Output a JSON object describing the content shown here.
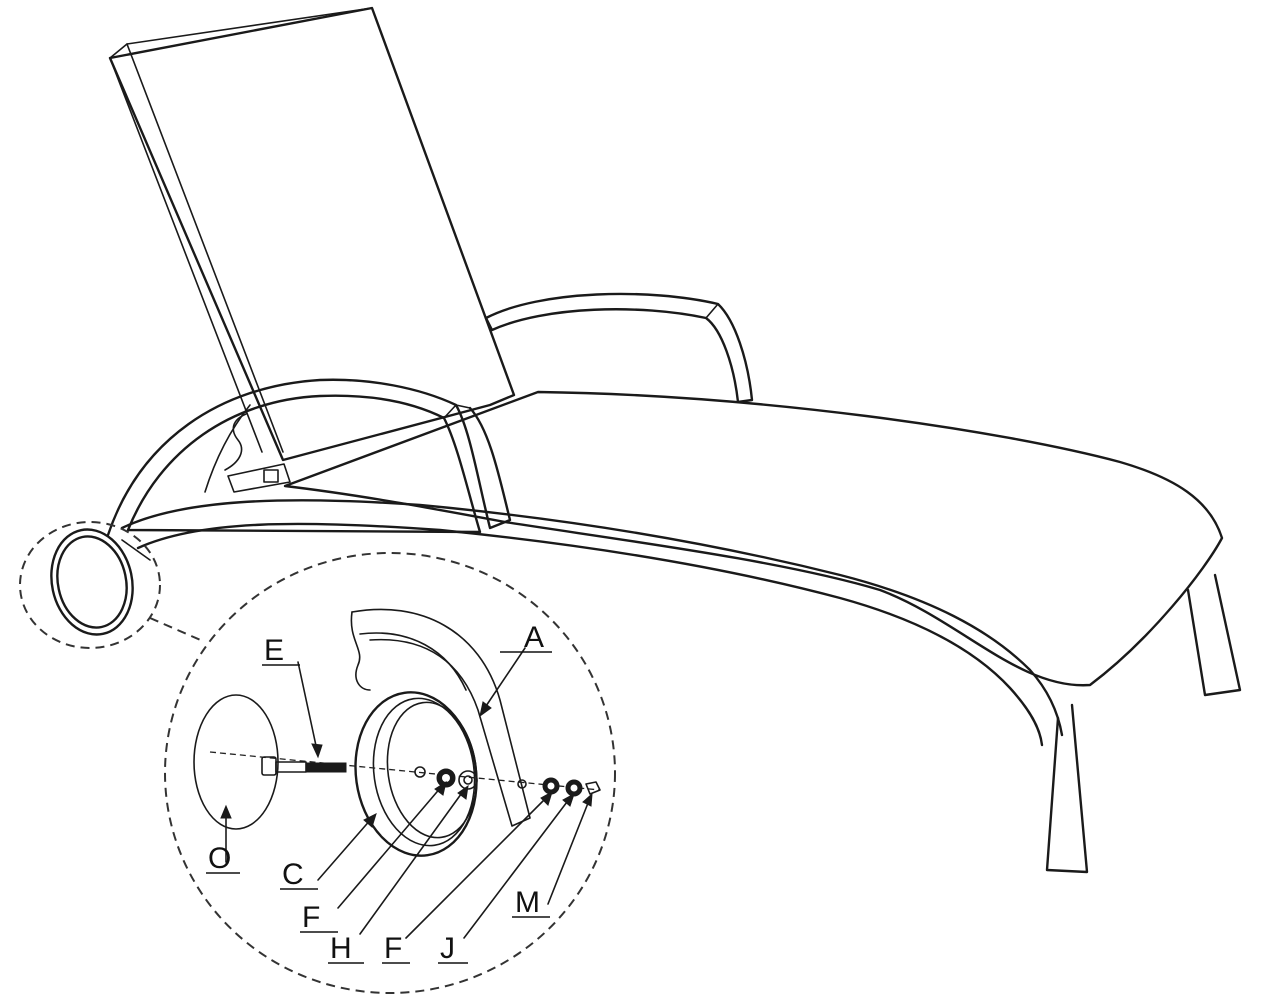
{
  "figure": {
    "parts": [
      {
        "id": "part-a",
        "label": "A"
      },
      {
        "id": "part-e",
        "label": "E"
      },
      {
        "id": "part-o",
        "label": "O"
      },
      {
        "id": "part-c",
        "label": "C"
      },
      {
        "id": "part-f1",
        "label": "F"
      },
      {
        "id": "part-h",
        "label": "H"
      },
      {
        "id": "part-f2",
        "label": "F"
      },
      {
        "id": "part-j",
        "label": "J"
      },
      {
        "id": "part-m",
        "label": "M"
      }
    ]
  }
}
